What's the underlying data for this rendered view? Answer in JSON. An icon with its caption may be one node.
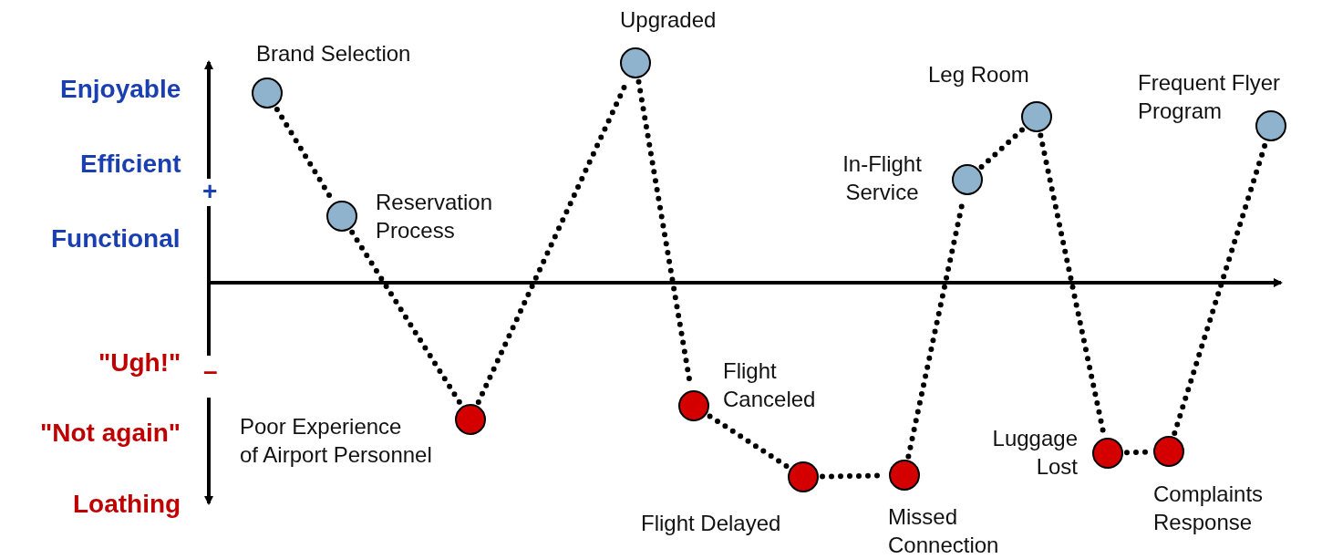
{
  "diagram": {
    "nodes": [
      {
        "text": [],
        "shape": "circle",
        "beside": [
          "Brand Selection"
        ]
      },
      {
        "text": [],
        "shape": "circle",
        "beside": [
          "Reservation Process"
        ]
      },
      {
        "text": [],
        "shape": "circle",
        "beside": [
          "Poor Experience of Airport Personnel"
        ]
      },
      {
        "text": [],
        "shape": "circle",
        "beside": [
          "Upgraded"
        ]
      },
      {
        "text": [],
        "shape": "circle",
        "beside": [
          "Flight Canceled"
        ]
      },
      {
        "text": [],
        "shape": "circle",
        "beside": [
          "Flight Delayed"
        ]
      },
      {
        "text": [],
        "shape": "circle",
        "beside": [
          "Missed Connection"
        ]
      },
      {
        "text": [],
        "shape": "circle",
        "beside": [
          "In-Flight Service"
        ]
      },
      {
        "text": [],
        "shape": "circle",
        "beside": [
          "Leg Room"
        ]
      },
      {
        "text": [],
        "shape": "circle",
        "beside": [
          "Luggage Lost"
        ]
      },
      {
        "text": [],
        "shape": "circle",
        "beside": [
          "Complaints Response"
        ]
      },
      {
        "text": [],
        "shape": "circle",
        "beside": [
          "Frequent Flyer Program"
        ]
      }
    ],
    "edges": [
      {
        "from": 0,
        "to": 1,
        "arrow": "none"
      },
      {
        "from": 1,
        "to": 2,
        "arrow": "none"
      },
      {
        "from": 2,
        "to": 3,
        "arrow": "none"
      },
      {
        "from": 3,
        "to": 4,
        "arrow": "none"
      },
      {
        "from": 4,
        "to": 5,
        "arrow": "none"
      },
      {
        "from": 5,
        "to": 6,
        "arrow": "none"
      },
      {
        "from": 6,
        "to": 7,
        "arrow": "none"
      },
      {
        "from": 7,
        "to": 8,
        "arrow": "none"
      },
      {
        "from": 8,
        "to": 9,
        "arrow": "none"
      },
      {
        "from": 9,
        "to": 10,
        "arrow": "none"
      },
      {
        "from": 10,
        "to": 11,
        "arrow": "none"
      }
    ],
    "labels": [
      "Enjoyable",
      "Efficient",
      "+",
      "Functional",
      "\"Ugh!\"",
      "–",
      "\"Not again\"",
      "Loathing"
    ]
  }
}
